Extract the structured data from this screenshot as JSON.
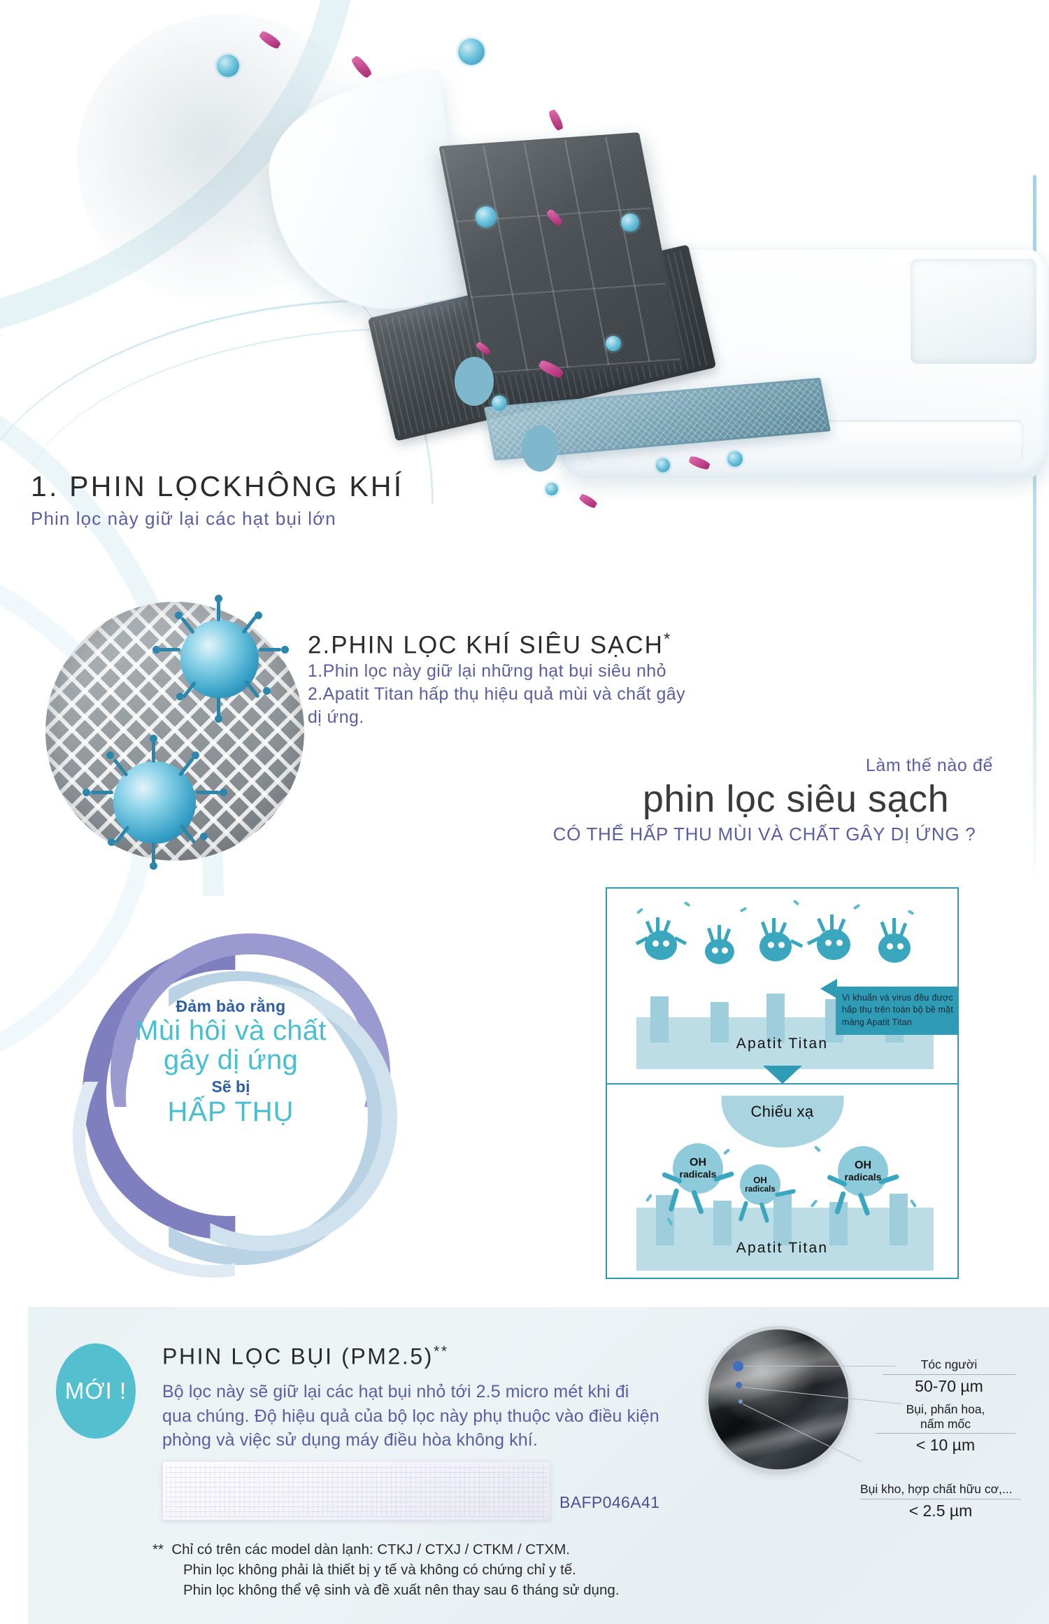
{
  "section1": {
    "heading": "1. PHIN LỌCKHÔNG KHÍ",
    "subtitle": "Phin lọc này giữ lại các hạt bụi lớn"
  },
  "section2": {
    "heading": "2.PHIN LỌC KHÍ SIÊU SẠCH",
    "heading_superscript": "*",
    "line1": "1.Phin lọc này giữ lại những hạt bụi siêu nhỏ",
    "line2": "2.Apatit Titan hấp thụ hiệu quả mùi và chất gây",
    "line3": "dị ứng."
  },
  "howto": {
    "line1": "Làm thế nào để",
    "line2": "phin lọc siêu sạch",
    "line3": "CÓ THỂ HẤP THU MÙI VÀ CHẤT GÂY DỊ ỨNG ?"
  },
  "guarantee": {
    "small_top": "Đảm bảo rằng",
    "big_line1": "Mùi hôi và chất",
    "big_line2": "gây dị ứng",
    "small_bottom": "Sẽ bị",
    "big_bottom": "HẤP THỤ"
  },
  "diagram": {
    "top_panel": {
      "surface_label": "Apatit Titan",
      "tooltip": "Vi khuẩn và virus đều được hấp thụ trên toàn bộ bề mặt màng Apatit Titan"
    },
    "bottom_panel": {
      "irradiation_label": "Chiếu xạ",
      "surface_label": "Apatit Titan",
      "radical_label_line1": "OH",
      "radical_label_line2": "radicals"
    }
  },
  "pm25": {
    "badge": "MỚI !",
    "title": "PHIN LỌC BỤI (PM2.5)",
    "title_superscript": "**",
    "body_line1": "Bộ lọc này sẽ giữ lại các hạt bụi nhỏ tới 2.5 micro mét khi đi",
    "body_line2": "qua chúng. Độ hiệu quả của bộ lọc này phụ thuộc vào điều kiện",
    "body_line3": "phòng và việc sử dụng máy điều hòa không khí.",
    "filter_code": "BAFP046A41",
    "size_labels": [
      {
        "name": "Tóc người",
        "value": "50-70 µm"
      },
      {
        "name": "Bụi, phấn hoa,\nnấm mốc",
        "value": "< 10 µm"
      },
      {
        "name": "Bụi kho, hợp chất hữu cơ,...",
        "value": "< 2.5 µm"
      }
    ],
    "footnote_marker": "**",
    "footnote_line1": "Chỉ có trên các model dàn lạnh: CTKJ / CTXJ / CTKM / CTXM.",
    "footnote_line2": "Phin lọc không phải là thiết bị y tế và không có chứng chỉ y tế.",
    "footnote_line3": "Phin lọc không thể vệ sinh và đề xuất nên thay sau 6 tháng sử dụng."
  },
  "colors": {
    "purple_text": "#5b5ea0",
    "teal": "#2f9bb5",
    "cyan": "#47bfd0",
    "blue_bold": "#2d5fa4",
    "badge": "#54c0cf"
  }
}
